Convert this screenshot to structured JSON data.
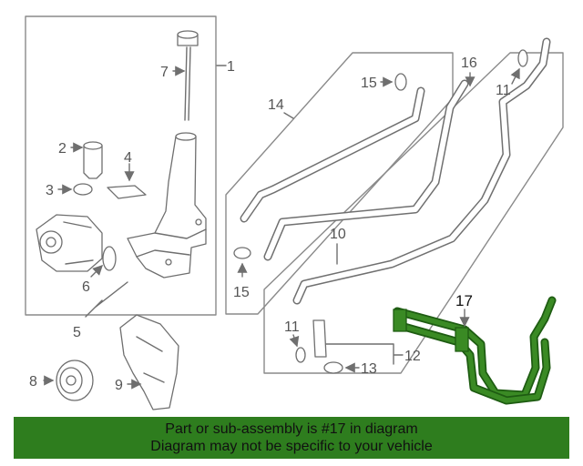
{
  "callouts": {
    "c1": "1",
    "c2": "2",
    "c3": "3",
    "c4": "4",
    "c5": "5",
    "c6": "6",
    "c7": "7",
    "c8": "8",
    "c9": "9",
    "c10": "10",
    "c11a": "11",
    "c11b": "11",
    "c12": "12",
    "c13": "13",
    "c14": "14",
    "c15a": "15",
    "c15b": "15",
    "c16": "16",
    "c17": "17"
  },
  "highlight": {
    "part_number": "17",
    "color": "#2e7d1e"
  },
  "banner": {
    "line1": "Part or sub-assembly is #17 in diagram",
    "line2": "Diagram may not be specific to your vehicle",
    "color": "#2e7d1e"
  }
}
